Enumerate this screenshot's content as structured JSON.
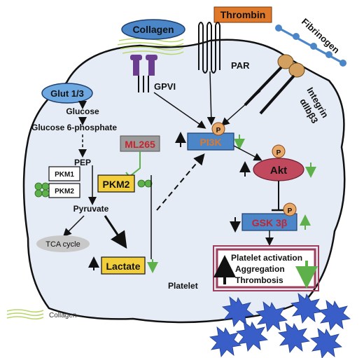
{
  "labels": {
    "collagen": "Collagen",
    "thrombin": "Thrombin",
    "fibrinogen": "Fibrinogen",
    "gpvi": "GPVI",
    "par": "PAR",
    "integrin_1": "Integrin",
    "integrin_2": "αIIbβ3",
    "glut": "Glut 1/3",
    "glucose": "Glucose",
    "g6p": "Glucose 6-phosphate",
    "pep": "PEP",
    "pkm1": "PKM1",
    "pkm2_small": "PKM2",
    "pkm2": "PKM2",
    "ml265": "ML265",
    "pyruvate": "Pyruvate",
    "tca": "TCA cycle",
    "lactate": "Lactate",
    "pi3k": "PI3K",
    "akt": "Akt",
    "gsk": "GSK 3β",
    "p": "P",
    "outcome_1": "Platelet activation",
    "outcome_2": "Aggregation",
    "outcome_3": "Thrombosis",
    "platelet": "Platelet",
    "legend_collagen": "Collagen"
  },
  "colors": {
    "cell_fill": "#e6ecf5",
    "blue_box": "#4a86c8",
    "akt_fill": "#c0495e",
    "orange": "#e0782a",
    "yellow": "#f2cf3a",
    "green": "#5db04a",
    "collagen_fiber": "#b8d66a",
    "purple": "#6a3d8f",
    "star": "#3a5ec8",
    "red_text": "#c8232c",
    "outcome_border": "#9e3e5a"
  }
}
